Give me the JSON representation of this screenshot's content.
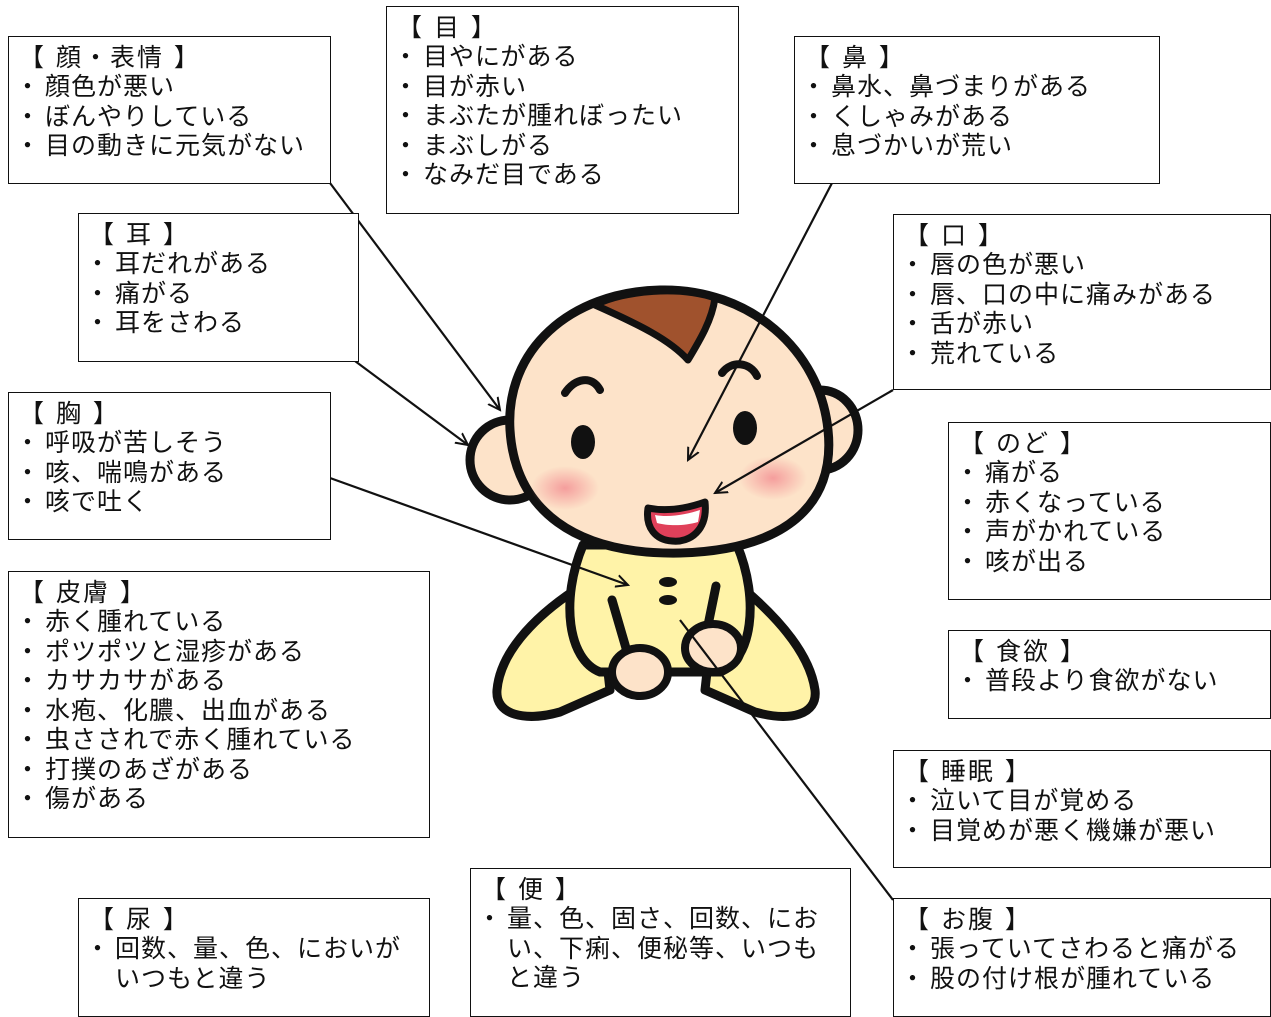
{
  "boxes": {
    "face": {
      "title": "【 顔・表情 】",
      "items": [
        "顔色が悪い",
        "ぼんやりしている",
        "目の動きに元気がない"
      ]
    },
    "eye": {
      "title": "【 目 】",
      "items": [
        "目やにがある",
        "目が赤い",
        "まぶたが腫れぼったい",
        "まぶしがる",
        "なみだ目である"
      ]
    },
    "nose": {
      "title": "【 鼻 】",
      "items": [
        "鼻水、鼻づまりがある",
        "くしゃみがある",
        "息づかいが荒い"
      ]
    },
    "ear": {
      "title": "【 耳 】",
      "items": [
        "耳だれがある",
        "痛がる",
        "耳をさわる"
      ]
    },
    "mouth": {
      "title": "【 口 】",
      "items": [
        "唇の色が悪い",
        "唇、口の中に痛みがある",
        "舌が赤い",
        "荒れている"
      ]
    },
    "chest": {
      "title": "【 胸 】",
      "items": [
        "呼吸が苦しそう",
        "咳、喘鳴がある",
        "咳で吐く"
      ]
    },
    "throat": {
      "title": "【 のど 】",
      "items": [
        "痛がる",
        "赤くなっている",
        "声がかれている",
        "咳が出る"
      ]
    },
    "skin": {
      "title": "【 皮膚 】",
      "items": [
        "赤く腫れている",
        "ポツポツと湿疹がある",
        "カサカサがある",
        "水疱、化膿、出血がある",
        "虫さされで赤く腫れている",
        "打撲のあざがある",
        "傷がある"
      ]
    },
    "appetite": {
      "title": "【 食欲 】",
      "items": [
        "普段より食欲がない"
      ]
    },
    "sleep": {
      "title": "【 睡眠 】",
      "items": [
        "泣いて目が覚める",
        "目覚めが悪く機嫌が悪い"
      ]
    },
    "urine": {
      "title": "【 尿 】",
      "items": [
        "回数、量、色、においがいつもと違う"
      ]
    },
    "stool": {
      "title": "【 便 】",
      "items": [
        "量、色、固さ、回数、におい、下痢、便秘等、いつもと違う"
      ]
    },
    "belly": {
      "title": "【 お腹 】",
      "items": [
        "張っていてさわると痛がる",
        "股の付け根が腫れている"
      ]
    }
  },
  "colors": {
    "skin": "#fde3c9",
    "hair": "#a0522d",
    "cheek": "#f7a8a8",
    "clothes": "#fff3a8",
    "mouth": "#e0405a"
  }
}
